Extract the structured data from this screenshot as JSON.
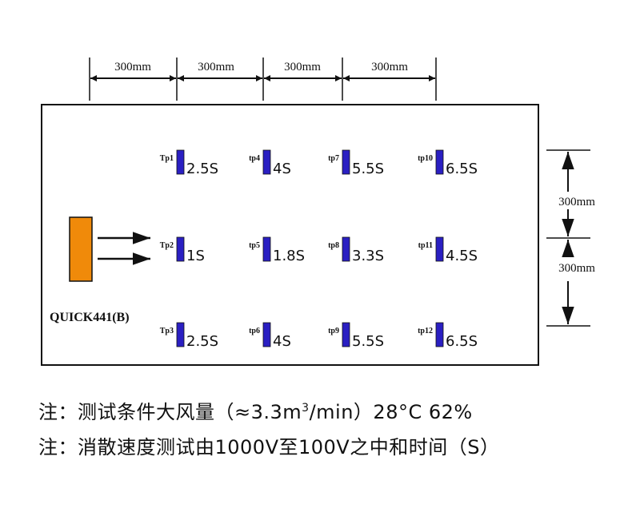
{
  "diagram": {
    "colors": {
      "sensor": "#2a1fc2",
      "device": "#f08a0a",
      "stroke": "#111111"
    },
    "top_dimensions": [
      "300mm",
      "300mm",
      "300mm",
      "300mm"
    ],
    "right_dimensions": [
      "300mm",
      "300mm"
    ],
    "device_label": "QUICK441(B)",
    "points": [
      {
        "id": "Tp1",
        "time": "2.5S"
      },
      {
        "id": "tp4",
        "time": "4S"
      },
      {
        "id": "tp7",
        "time": "5.5S"
      },
      {
        "id": "tp10",
        "time": "6.5S"
      },
      {
        "id": "Tp2",
        "time": "1S"
      },
      {
        "id": "tp5",
        "time": "1.8S"
      },
      {
        "id": "tp8",
        "time": "3.3S"
      },
      {
        "id": "tp11",
        "time": "4.5S"
      },
      {
        "id": "Tp3",
        "time": "2.5S"
      },
      {
        "id": "tp6",
        "time": "4S"
      },
      {
        "id": "tp9",
        "time": "5.5S"
      },
      {
        "id": "tp12",
        "time": "6.5S"
      }
    ]
  },
  "notes": {
    "line1_prefix": "注：测试条件大风量（≈3.3m",
    "line1_sup": "3",
    "line1_suffix": "/min）28°C 62%",
    "line2": "注：消散速度测试由1000V至100V之中和时间（S）"
  }
}
